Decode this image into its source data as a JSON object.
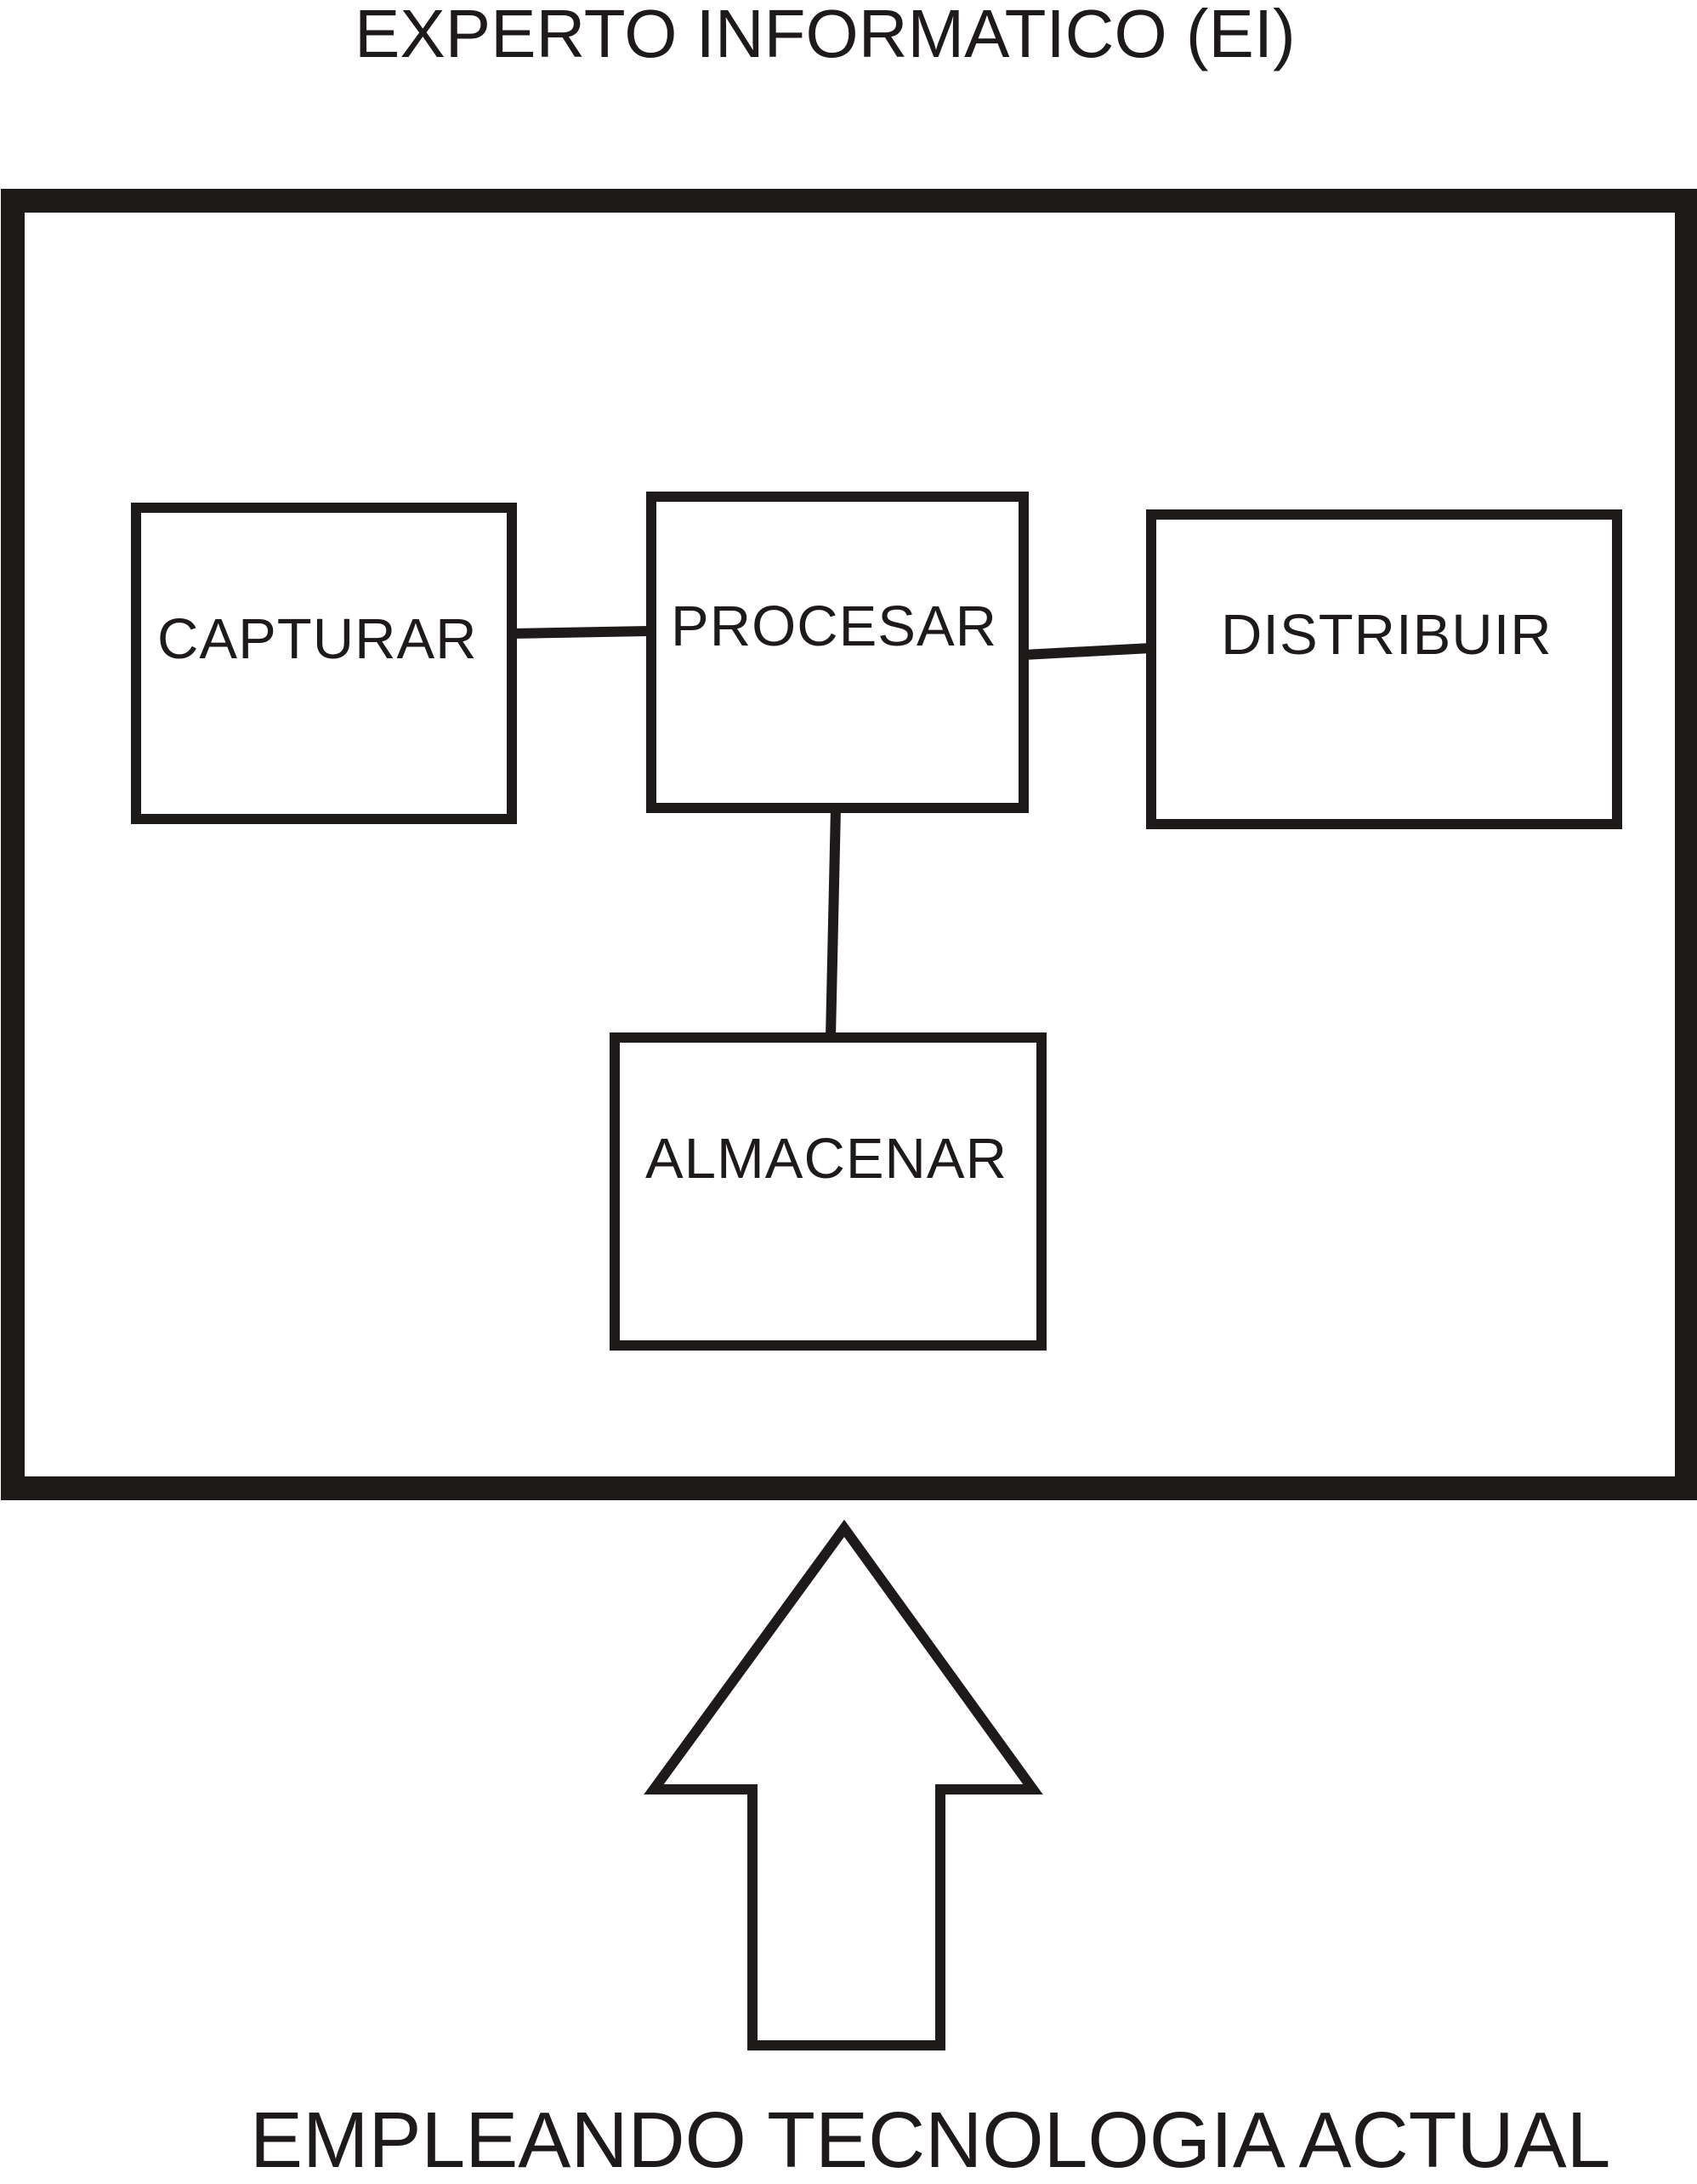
{
  "title": "EXPERTO INFORMATICO (EI)",
  "footer": "EMPLEANDO TECNOLOGIA ACTUAL",
  "nodes": {
    "capturar": "CAPTURAR",
    "procesar": "PROCESAR",
    "distribuir": "DISTRIBUIR",
    "almacenar": "ALMACENAR"
  },
  "edges": [
    {
      "from": "CAPTURAR",
      "to": "PROCESAR"
    },
    {
      "from": "PROCESAR",
      "to": "DISTRIBUIR"
    },
    {
      "from": "PROCESAR",
      "to": "ALMACENAR"
    }
  ],
  "colors": {
    "stroke": "#1e1a1a",
    "background": "#ffffff"
  }
}
